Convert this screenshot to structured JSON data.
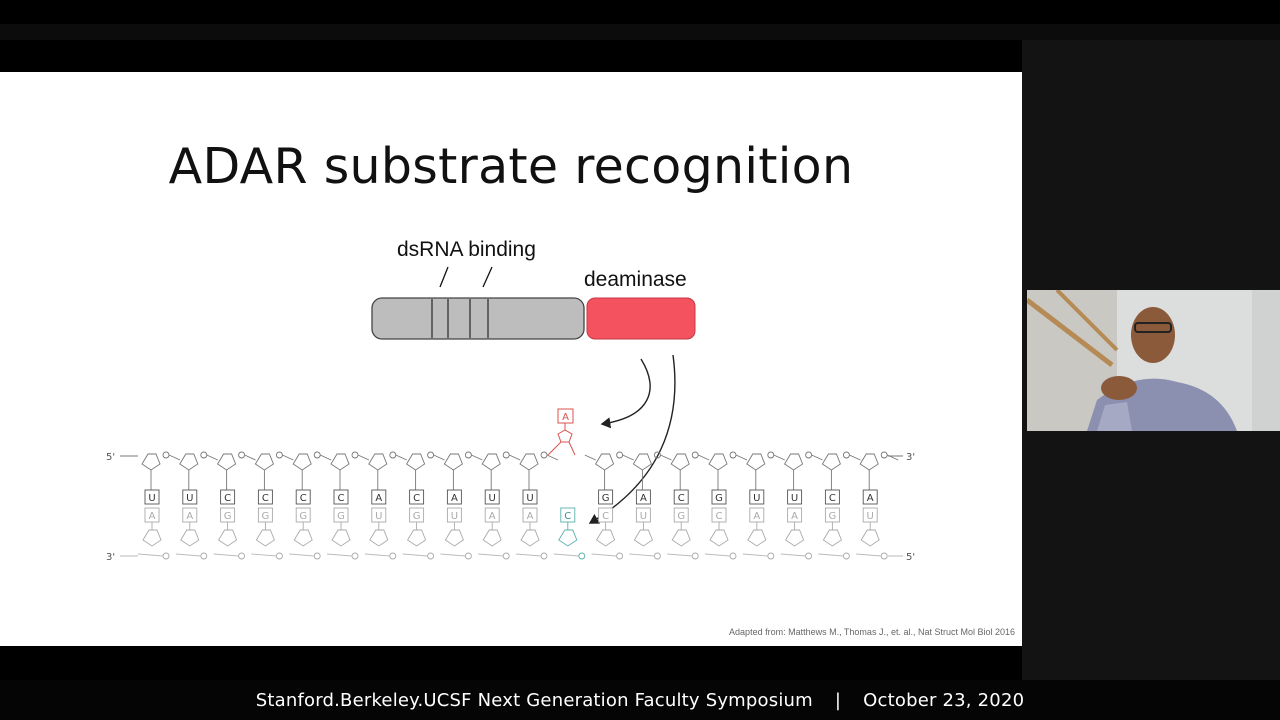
{
  "slide": {
    "title": "ADAR substrate recognition",
    "protein_labels": {
      "dsrna_binding": "dsRNA binding",
      "deaminase": "deaminase"
    },
    "strand": {
      "top_five": "5'",
      "top_three": "3'",
      "bottom_three": "3'",
      "bottom_five": "5'",
      "top_bases": [
        "U",
        "U",
        "C",
        "C",
        "C",
        "C",
        "A",
        "C",
        "A",
        "U",
        "U",
        "",
        "G",
        "A",
        "C",
        "G",
        "U",
        "U",
        "C",
        "A"
      ],
      "bottom_bases": [
        "A",
        "A",
        "G",
        "G",
        "G",
        "G",
        "U",
        "G",
        "U",
        "A",
        "A",
        "C",
        "C",
        "U",
        "G",
        "C",
        "A",
        "A",
        "G",
        "U"
      ],
      "flipped_base": "A"
    },
    "citation": "Adapted from: Matthews M., Thomas J., et. al., Nat Struct Mol Biol 2016",
    "colors": {
      "deaminase": "#f5525f",
      "binding_domain": "#bdbdbd",
      "flipped": "#d9534f",
      "partner": "#5bb0ad"
    }
  },
  "footer": {
    "event": "Stanford.Berkeley.UCSF Next Generation Faculty Symposium",
    "separator": "|",
    "date": "October 23, 2020"
  },
  "webcam": {
    "icon": "presenter-video"
  }
}
